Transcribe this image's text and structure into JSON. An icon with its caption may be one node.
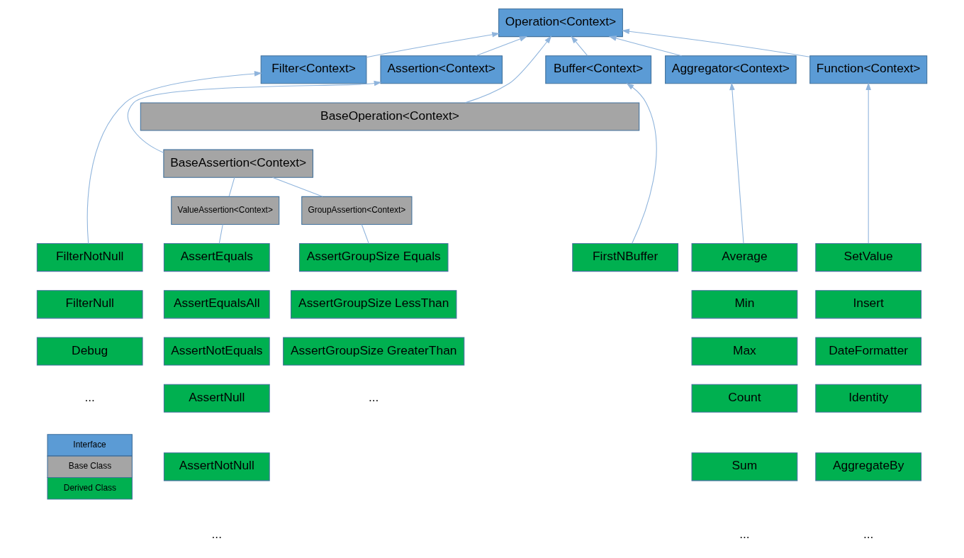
{
  "diagram": {
    "nodes": [
      {
        "text": [
          "Operation<Context>"
        ]
      },
      {
        "text": [
          "Filter<Context>"
        ]
      },
      {
        "text": [
          "Function<Context>"
        ]
      },
      {
        "text": [
          "Buffer<Context>"
        ]
      },
      {
        "text": [
          "Aggregator<Context>"
        ]
      },
      {
        "text": [
          "Assertion<Context>"
        ]
      },
      {
        "text": [
          "BaseOperation<Context>"
        ]
      },
      {
        "text": [
          "BaseAssertion<Context>"
        ]
      },
      {
        "text": [
          "ValueAssertion<Context>"
        ]
      },
      {
        "text": [
          "GroupAssertion<Context>"
        ]
      },
      {
        "text": [
          "FilterNotNull"
        ]
      },
      {
        "text": [
          "FilterNull"
        ]
      },
      {
        "text": [
          "Debug"
        ]
      },
      {
        "text": [
          "SetValue"
        ]
      },
      {
        "text": [
          "Insert"
        ]
      },
      {
        "text": [
          "DateFormatter"
        ]
      },
      {
        "text": [
          "Identity"
        ]
      },
      {
        "text": [
          "AggregateBy"
        ]
      },
      {
        "text": [
          "FirstNBuffer"
        ]
      },
      {
        "text": [
          "Average"
        ]
      },
      {
        "text": [
          "Min"
        ]
      },
      {
        "text": [
          "Max"
        ]
      },
      {
        "text": [
          "Count"
        ]
      },
      {
        "text": [
          "Sum"
        ]
      },
      {
        "text": [
          "AssertEquals"
        ]
      },
      {
        "text": [
          "AssertEqualsAll"
        ]
      },
      {
        "text": [
          "AssertNotEquals"
        ]
      },
      {
        "text": [
          "AssertNull"
        ]
      },
      {
        "text": [
          "AssertNotNull"
        ]
      },
      {
        "text": [
          "AssertGroupSize Equals"
        ]
      },
      {
        "text": [
          "AssertGroupSize LessThan"
        ]
      },
      {
        "text": [
          "AssertGroupSize GreaterThan"
        ]
      }
    ],
    "edges": [
      {
        "from": 1,
        "to": 0,
        "arrow": "to"
      },
      {
        "from": 2,
        "to": 0,
        "arrow": "to"
      },
      {
        "from": 3,
        "to": 0,
        "arrow": "to"
      },
      {
        "from": 4,
        "to": 0,
        "arrow": "to"
      },
      {
        "from": 5,
        "to": 0,
        "arrow": "to"
      },
      {
        "from": 6,
        "to": 0,
        "arrow": "to"
      },
      {
        "from": 10,
        "to": 1,
        "arrow": "to"
      },
      {
        "from": 13,
        "to": 2,
        "arrow": "to"
      },
      {
        "from": 18,
        "to": 3,
        "arrow": "to"
      },
      {
        "from": 19,
        "to": 4,
        "arrow": "to"
      },
      {
        "from": 7,
        "to": 5,
        "arrow": "to"
      },
      {
        "from": 8,
        "to": 7,
        "arrow": "none"
      },
      {
        "from": 9,
        "to": 7,
        "arrow": "none"
      },
      {
        "from": 24,
        "to": 8,
        "arrow": "none"
      },
      {
        "from": 29,
        "to": 9,
        "arrow": "none"
      }
    ],
    "labels": [
      "...",
      "...",
      "...",
      "...",
      "..."
    ],
    "legend": [
      {
        "text": "Interface",
        "color": "#5b9bd5"
      },
      {
        "text": "Base Class",
        "color": "#a5a5a5"
      },
      {
        "text": "Derived Class",
        "color": "#00b050"
      }
    ]
  }
}
